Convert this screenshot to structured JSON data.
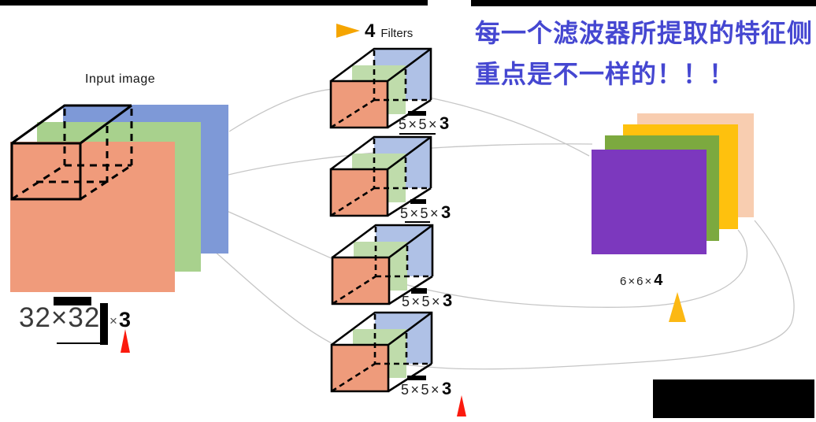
{
  "input": {
    "title": "Input image",
    "size": "32×32",
    "times": "×",
    "depth": "3"
  },
  "filters": {
    "count": "4",
    "label": "Filters",
    "items": [
      {
        "size": "5×5×",
        "depth": "3"
      },
      {
        "size": "5×5×",
        "depth": "3"
      },
      {
        "size": "5×5×",
        "depth": "3"
      },
      {
        "size": "5×5×",
        "depth": "3"
      }
    ]
  },
  "output": {
    "size": "6×6×",
    "depth": "4"
  },
  "note": {
    "line1": "每一个滤波器所提取的特征侧",
    "line2": "重点是不一样的！！！"
  },
  "colors": {
    "input_red_channel": "#F09B7B",
    "input_green_channel": "#A8D18D",
    "input_blue_channel": "#7E99D7",
    "filter_front": "#EE9B7B",
    "filter_middle": "#BFDCAB",
    "filter_back": "#AFC1E6",
    "map_peach": "#F8CDB0",
    "map_gold": "#FEC10E",
    "map_green": "#7CA93F",
    "map_purple": "#7C38BE",
    "note_blue": "#4547D1",
    "pointer_amber": "#F5A500",
    "pointer_gold": "#FCB813",
    "arrow_red": "#FB1A0E",
    "connector_grey": "#C6C6C6",
    "redaction_black": "#000000"
  },
  "icons": {
    "filters_pointer": "right-triangle",
    "output_pointer": "up-triangle",
    "emphasis_arrows": "red-up-arrow"
  }
}
